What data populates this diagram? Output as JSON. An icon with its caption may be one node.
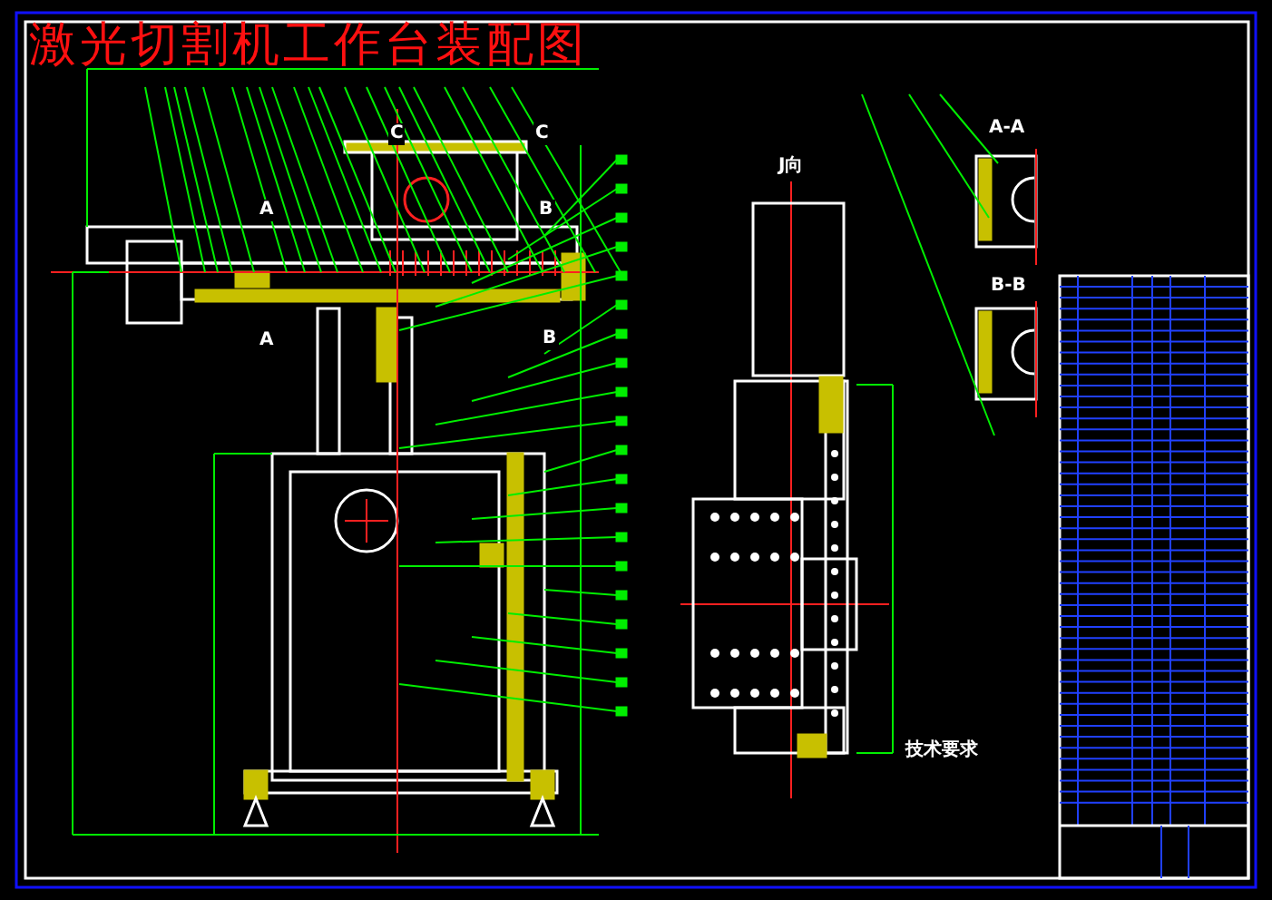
{
  "diagram": {
    "title": "激光切割机工作台装配图",
    "labels": [
      "C",
      "C",
      "A",
      "B",
      "A",
      "B",
      "J向",
      "A-A",
      "B-B",
      "技术要求"
    ]
  }
}
